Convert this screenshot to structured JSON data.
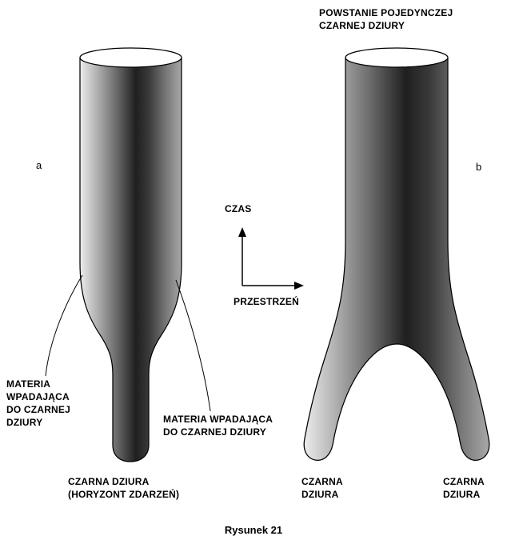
{
  "figure": {
    "caption": "Rysunek 21",
    "panel_a_label": "a",
    "panel_b_label": "b"
  },
  "labels": {
    "top_right_title": "POWSTANIE POJEDYNCZEJ\nCZARNEJ DZIURY",
    "time_axis": "CZAS",
    "space_axis": "PRZESTRZEŃ",
    "matter_falling_left": "MATERIA\nWPADAJĄCA\nDO CZARNEJ\nDZIURY",
    "matter_falling_right": "MATERIA WPADAJĄCA\nDO CZARNEJ DZIURY",
    "black_hole_event_horizon": "CZARNA DZIURA\n(HORYZONT ZDARZEŃ)",
    "black_hole_left": "CZARNA\nDZIURA",
    "black_hole_right": "CZARNA\nDZIURA"
  },
  "icons": {
    "time_axis_arrow": "up-arrow",
    "space_axis_arrow": "right-arrow"
  },
  "colors": {
    "background": "#ffffff",
    "ink": "#000000",
    "tube_edge_light": "#ececec",
    "tube_core_dark": "#1f1f1f"
  }
}
